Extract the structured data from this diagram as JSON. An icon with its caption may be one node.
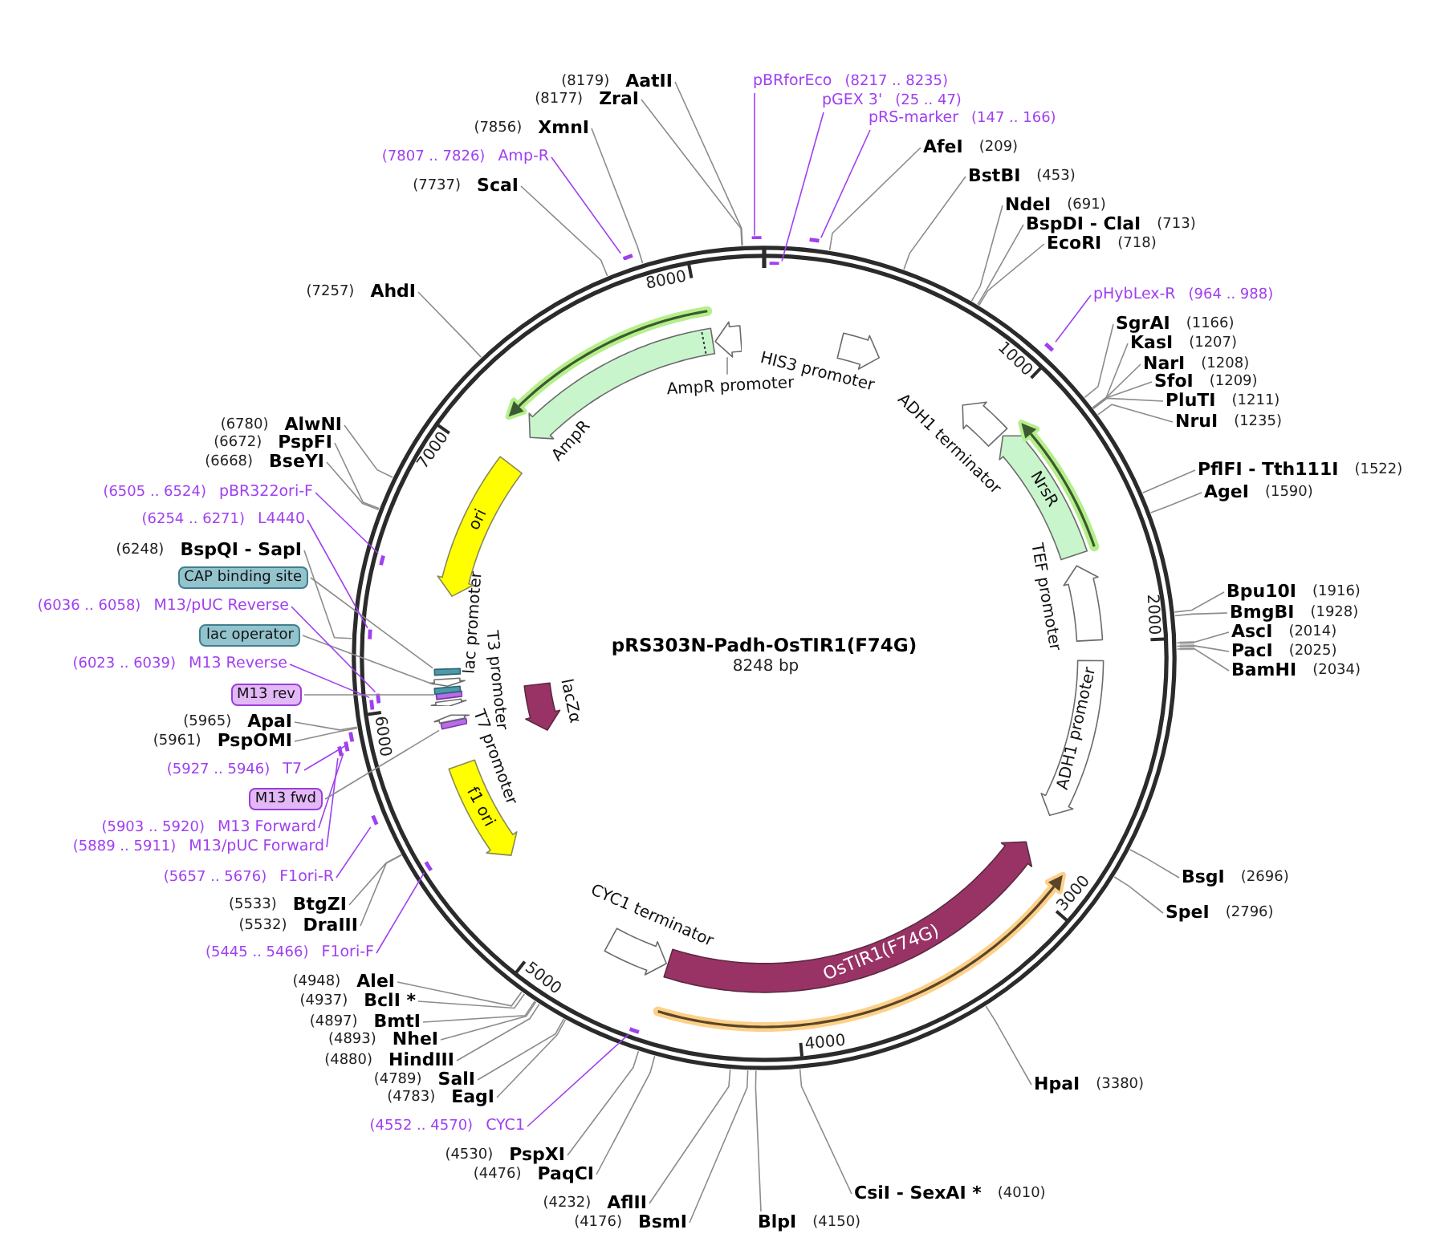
{
  "diagram": {
    "title": "pRS303N-Padh-OsTIR1(F74G)",
    "nodes": [
      {
        "text": [],
        "shape": "circle"
      },
      {
        "text": [
          "HIS3 promoter"
        ],
        "in": 0
      },
      {
        "text": [
          "ADH1 terminator"
        ],
        "in": 0
      },
      {
        "text": [
          "NrsR"
        ],
        "in": 0
      },
      {
        "text": [
          "TEF promoter"
        ],
        "in": 0
      },
      {
        "text": [
          "ADH1 promoter"
        ],
        "in": 0
      },
      {
        "text": [
          "OsTIR1(F74G)"
        ],
        "in": 0
      },
      {
        "text": [
          "CYC1 terminator"
        ],
        "in": 0
      },
      {
        "text": [
          "f1 ori"
        ],
        "in": 0
      },
      {
        "text": [
          "lacZα"
        ],
        "in": 0
      },
      {
        "text": [],
        "shape": "bar",
        "in": 0
      },
      {
        "text": [],
        "shape": "arrow",
        "beside": [
          "T7 promoter"
        ],
        "in": 0
      },
      {
        "text": [],
        "shape": "arrow",
        "beside": [
          "T3 promoter"
        ],
        "in": 0
      },
      {
        "text": [],
        "shape": "bar",
        "in": 0
      },
      {
        "text": [],
        "shape": "bar",
        "in": 0
      },
      {
        "text": [],
        "shape": "arrow",
        "beside": [
          "lac promoter"
        ],
        "in": 0
      },
      {
        "text": [],
        "shape": "bar",
        "in": 0
      },
      {
        "text": [
          "ori"
        ],
        "in": 0
      },
      {
        "text": [
          "AmpR"
        ],
        "in": 0
      },
      {
        "text": [],
        "shape": "arrow",
        "in": 0
      },
      {
        "text": [
          "AmpR promoter"
        ],
        "in": 0
      },
      {
        "text": [
          "pBRforEco",
          "(8217 .. 8235)"
        ]
      },
      {
        "text": [],
        "shape": "bar"
      },
      {
        "text": [
          "pGEX 3'",
          "(25 .. 47)"
        ]
      },
      {
        "text": [],
        "shape": "bar",
        "in": 0
      },
      {
        "text": [
          "pRS-marker",
          "(147 .. 166)"
        ]
      },
      {
        "text": [],
        "shape": "bar"
      },
      {
        "text": [
          "AfeI",
          "(209)"
        ]
      },
      {
        "text": [
          "BstBI",
          "(453)"
        ]
      },
      {
        "text": [
          "NdeI",
          "(691)"
        ]
      },
      {
        "text": [
          "BspDI - ClaI",
          "(713)"
        ]
      },
      {
        "text": [
          "EcoRI",
          "(718)"
        ]
      },
      {
        "text": [
          "pHybLex-R",
          "(964 .. 988)"
        ]
      },
      {
        "text": [],
        "shape": "bar"
      },
      {
        "text": [
          "SgrAI",
          "(1166)"
        ]
      },
      {
        "text": [
          "KasI",
          "(1207)"
        ]
      },
      {
        "text": [
          "NarI",
          "(1208)"
        ]
      },
      {
        "text": [
          "SfoI",
          "(1209)"
        ]
      },
      {
        "text": [
          "PluTI",
          "(1211)"
        ]
      },
      {
        "text": [
          "NruI",
          "(1235)"
        ]
      },
      {
        "text": [
          "PflFI - Tth111I",
          "(1522)"
        ]
      },
      {
        "text": [
          "AgeI",
          "(1590)"
        ]
      },
      {
        "text": [
          "Bpu10I",
          "(1916)"
        ]
      },
      {
        "text": [
          "BmgBI",
          "(1928)"
        ]
      },
      {
        "text": [
          "AscI",
          "(2014)"
        ]
      },
      {
        "text": [
          "PacI",
          "(2025)"
        ]
      },
      {
        "text": [
          "BamHI",
          "(2034)"
        ]
      },
      {
        "text": [
          "BsgI",
          "(2696)"
        ]
      },
      {
        "text": [
          "SpeI",
          "(2796)"
        ]
      },
      {
        "text": [
          "HpaI",
          "(3380)"
        ]
      },
      {
        "text": [
          "CsiI - SexAI *",
          "(4010)"
        ]
      },
      {
        "text": [
          "BlpI",
          "(4150)"
        ]
      },
      {
        "text": [
          "(4176)",
          "BsmI"
        ]
      },
      {
        "text": [
          "(4232)",
          "AflII"
        ]
      },
      {
        "text": [
          "(4476)",
          "PaqCI"
        ]
      },
      {
        "text": [
          "(4530)",
          "PspXI"
        ]
      },
      {
        "text": [
          "(4552 .. 4570)",
          "CYC1"
        ]
      },
      {
        "text": [],
        "shape": "bar",
        "in": 0
      },
      {
        "text": [
          "(4783)",
          "EagI"
        ]
      },
      {
        "text": [
          "(4789)",
          "SalI"
        ]
      },
      {
        "text": [
          "(4880)",
          "HindIII"
        ]
      },
      {
        "text": [
          "(4893)",
          "NheI"
        ]
      },
      {
        "text": [
          "(4897)",
          "BmtI"
        ]
      },
      {
        "text": [
          "(4937)",
          "BclI *"
        ]
      },
      {
        "text": [
          "(4948)",
          "AleI"
        ]
      },
      {
        "text": [
          "(5445 .. 5466)",
          "F1ori-F"
        ]
      },
      {
        "text": [],
        "shape": "bar",
        "in": 0
      },
      {
        "text": [
          "(5532)",
          "DraIII"
        ]
      },
      {
        "text": [
          "(5533)",
          "BtgZI"
        ]
      },
      {
        "text": [
          "(5657 .. 5676)",
          "F1ori-R"
        ]
      },
      {
        "text": [],
        "shape": "bar"
      },
      {
        "text": [
          "(5889 .. 5911)",
          "M13/pUC Forward"
        ]
      },
      {
        "text": [],
        "shape": "bar"
      },
      {
        "text": [
          "(5903 .. 5920)",
          "M13 Forward"
        ]
      },
      {
        "text": [],
        "shape": "bar"
      },
      {
        "text": [
          "M13 fwd"
        ]
      },
      {
        "text": [
          "(5927 .. 5946)",
          "T7"
        ]
      },
      {
        "text": [],
        "shape": "bar"
      },
      {
        "text": [
          "(5961)",
          "PspOMI"
        ]
      },
      {
        "text": [
          "(5965)",
          "ApaI"
        ]
      },
      {
        "text": [
          "M13 rev"
        ]
      },
      {
        "text": [
          "(6023 .. 6039)",
          "M13 Reverse"
        ]
      },
      {
        "text": [],
        "shape": "bar",
        "in": 0
      },
      {
        "text": [
          "lac operator"
        ]
      },
      {
        "text": [
          "(6036 .. 6058)",
          "M13/pUC Reverse"
        ]
      },
      {
        "text": [],
        "shape": "bar",
        "in": 0
      },
      {
        "text": [
          "CAP binding site"
        ]
      },
      {
        "text": [
          "(6248)",
          "BspQI - SapI"
        ]
      },
      {
        "text": [
          "(6254 .. 6271)",
          "L4440"
        ]
      },
      {
        "text": [],
        "shape": "bar",
        "in": 0
      },
      {
        "text": [
          "(6505 .. 6524)",
          "pBR322ori-F"
        ]
      },
      {
        "text": [],
        "shape": "bar",
        "in": 0
      },
      {
        "text": [
          "(6668)",
          "BseYI"
        ]
      },
      {
        "text": [
          "(6672)",
          "PspFI"
        ]
      },
      {
        "text": [
          "(6780)",
          "AlwNI"
        ]
      },
      {
        "text": [
          "(7257)",
          "AhdI"
        ]
      },
      {
        "text": [
          "(7737)",
          "ScaI"
        ]
      },
      {
        "text": [
          "(7807 .. 7826)",
          "Amp-R"
        ]
      },
      {
        "text": [],
        "shape": "bar"
      },
      {
        "text": [
          "(7856)",
          "XmnI"
        ]
      },
      {
        "text": [
          "(8177)",
          "ZraI"
        ]
      },
      {
        "text": [
          "(8179)",
          "AatII"
        ]
      }
    ],
    "edges": [
      {
        "from": 20,
        "to": 19,
        "arrow": "none"
      },
      {
        "from": 21,
        "to": 22,
        "arrow": "none",
        "color": "#a040f0"
      },
      {
        "from": 23,
        "to": 24,
        "arrow": "none",
        "color": "#a040f0"
      },
      {
        "from": 25,
        "to": 26,
        "arrow": "none",
        "color": "#a040f0"
      },
      {
        "from": 27,
        "to": 0,
        "arrow": "none"
      },
      {
        "from": 28,
        "to": 0,
        "arrow": "none"
      },
      {
        "from": 29,
        "to": 0,
        "arrow": "none"
      },
      {
        "from": 30,
        "to": 0,
        "arrow": "none"
      },
      {
        "from": 31,
        "to": 0,
        "arrow": "none"
      },
      {
        "from": 32,
        "to": 33,
        "arrow": "none",
        "color": "#a040f0"
      },
      {
        "from": 34,
        "to": 0,
        "arrow": "none"
      },
      {
        "from": 35,
        "to": 0,
        "arrow": "none"
      },
      {
        "from": 36,
        "to": 0,
        "arrow": "none"
      },
      {
        "from": 37,
        "to": 0,
        "arrow": "none"
      },
      {
        "from": 38,
        "to": 0,
        "arrow": "none"
      },
      {
        "from": 39,
        "to": 0,
        "arrow": "none"
      },
      {
        "from": 40,
        "to": 0,
        "arrow": "none"
      },
      {
        "from": 41,
        "to": 0,
        "arrow": "none"
      },
      {
        "from": 42,
        "to": 0,
        "arrow": "none"
      },
      {
        "from": 43,
        "to": 0,
        "arrow": "none"
      },
      {
        "from": 44,
        "to": 0,
        "arrow": "none"
      },
      {
        "from": 45,
        "to": 0,
        "arrow": "none"
      },
      {
        "from": 46,
        "to": 0,
        "arrow": "none"
      },
      {
        "from": 47,
        "to": 0,
        "arrow": "none"
      },
      {
        "from": 48,
        "to": 0,
        "arrow": "none"
      },
      {
        "from": 49,
        "to": 0,
        "arrow": "none"
      },
      {
        "from": 50,
        "to": 0,
        "arrow": "none"
      },
      {
        "from": 51,
        "to": 0,
        "arrow": "none"
      },
      {
        "from": 52,
        "to": 0,
        "arrow": "none"
      },
      {
        "from": 53,
        "to": 0,
        "arrow": "none"
      },
      {
        "from": 54,
        "to": 0,
        "arrow": "none"
      },
      {
        "from": 55,
        "to": 0,
        "arrow": "none"
      },
      {
        "from": 56,
        "to": 57,
        "arrow": "none",
        "color": "#a040f0"
      },
      {
        "from": 58,
        "to": 0,
        "arrow": "none"
      },
      {
        "from": 59,
        "to": 0,
        "arrow": "none"
      },
      {
        "from": 60,
        "to": 0,
        "arrow": "none"
      },
      {
        "from": 61,
        "to": 0,
        "arrow": "none"
      },
      {
        "from": 62,
        "to": 0,
        "arrow": "none"
      },
      {
        "from": 63,
        "to": 0,
        "arrow": "none"
      },
      {
        "from": 64,
        "to": 0,
        "arrow": "none"
      },
      {
        "from": 65,
        "to": 66,
        "arrow": "none",
        "color": "#a040f0"
      },
      {
        "from": 67,
        "to": 0,
        "arrow": "none"
      },
      {
        "from": 68,
        "to": 0,
        "arrow": "none"
      },
      {
        "from": 69,
        "to": 70,
        "arrow": "none",
        "color": "#a040f0"
      },
      {
        "from": 71,
        "to": 72,
        "arrow": "none",
        "color": "#a040f0"
      },
      {
        "from": 73,
        "to": 74,
        "arrow": "none",
        "color": "#a040f0"
      },
      {
        "from": 75,
        "to": 10,
        "arrow": "none"
      },
      {
        "from": 76,
        "to": 77,
        "arrow": "none",
        "color": "#a040f0"
      },
      {
        "from": 78,
        "to": 0,
        "arrow": "none"
      },
      {
        "from": 79,
        "to": 0,
        "arrow": "none"
      },
      {
        "from": 80,
        "to": 13,
        "arrow": "none"
      },
      {
        "from": 81,
        "to": 82,
        "arrow": "none",
        "color": "#a040f0"
      },
      {
        "from": 83,
        "to": 14,
        "arrow": "none"
      },
      {
        "from": 84,
        "to": 85,
        "arrow": "none",
        "color": "#a040f0"
      },
      {
        "from": 86,
        "to": 16,
        "arrow": "none"
      },
      {
        "from": 87,
        "to": 0,
        "arrow": "none"
      },
      {
        "from": 88,
        "to": 89,
        "arrow": "none",
        "color": "#a040f0"
      },
      {
        "from": 90,
        "to": 91,
        "arrow": "none",
        "color": "#a040f0"
      },
      {
        "from": 92,
        "to": 0,
        "arrow": "none"
      },
      {
        "from": 93,
        "to": 0,
        "arrow": "none"
      },
      {
        "from": 94,
        "to": 0,
        "arrow": "none"
      },
      {
        "from": 95,
        "to": 0,
        "arrow": "none"
      },
      {
        "from": 96,
        "to": 0,
        "arrow": "none"
      },
      {
        "from": 97,
        "to": 98,
        "arrow": "none",
        "color": "#a040f0"
      },
      {
        "from": 99,
        "to": 0,
        "arrow": "none"
      },
      {
        "from": 100,
        "to": 0,
        "arrow": "none"
      },
      {
        "from": 101,
        "to": 0,
        "arrow": "none"
      }
    ],
    "labels": [
      "1000",
      "2000",
      "3000",
      "4000",
      "5000",
      "6000",
      "7000",
      "8000",
      "8248 bp"
    ]
  }
}
